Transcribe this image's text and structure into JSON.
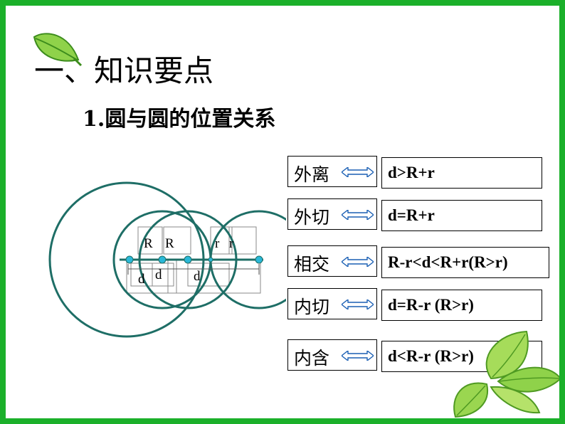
{
  "heading": "一、知识要点",
  "subheading": "1.圆与圆的位置关系",
  "relations": [
    {
      "name": "外离",
      "condition": "d>R+r"
    },
    {
      "name": "外切",
      "condition": "d=R+r"
    },
    {
      "name": "相交",
      "condition": "R-r<d<R+r(R>r)"
    },
    {
      "name": "内切",
      "condition": "d=R-r (R>r)"
    },
    {
      "name": "内含",
      "condition": "d<R-r (R>r)"
    }
  ],
  "diagram_labels": {
    "R1": "R",
    "R2": "R",
    "r1": "r",
    "r2": "r",
    "d1": "d",
    "d2": "d",
    "d3": "d"
  },
  "colors": {
    "frame": "#1bb02a",
    "circle": "#1e6e66",
    "axis": "#1e6e66",
    "point": "#2ab8d8",
    "arrow_fill": "#1a5fb4"
  },
  "icons": {
    "arrow": "double-headed-arrow-icon",
    "decoration": "green-leaf-icon"
  }
}
